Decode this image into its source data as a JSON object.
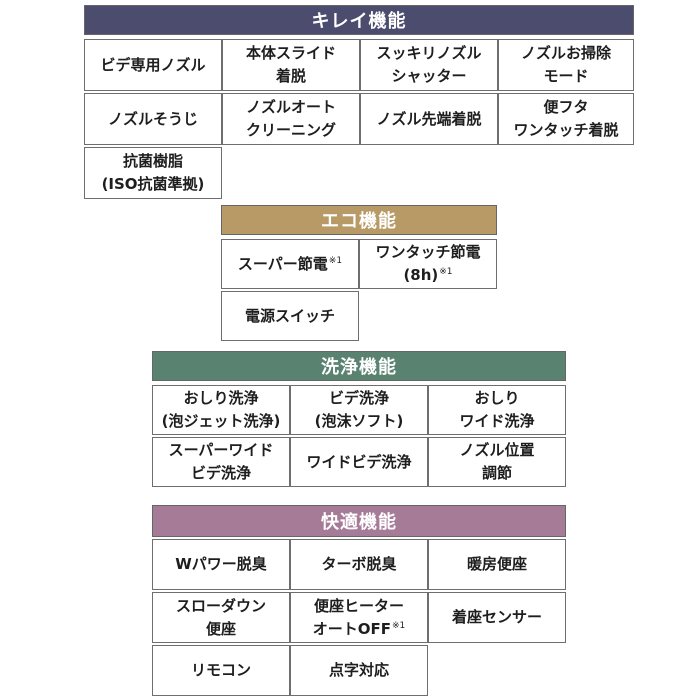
{
  "sections": {
    "kirei": {
      "title": "キレイ機能",
      "color": "#4c4d6e",
      "cells": [
        {
          "lines": [
            "ビデ専用ノズル"
          ]
        },
        {
          "lines": [
            "本体スライド",
            "着脱"
          ]
        },
        {
          "lines": [
            "スッキリノズル",
            "シャッター"
          ]
        },
        {
          "lines": [
            "ノズルお掃除",
            "モード"
          ]
        },
        {
          "lines": [
            "ノズルそうじ"
          ]
        },
        {
          "lines": [
            "ノズルオート",
            "クリーニング"
          ]
        },
        {
          "lines": [
            "ノズル先端着脱"
          ]
        },
        {
          "lines": [
            "便フタ",
            "ワンタッチ着脱"
          ]
        },
        {
          "lines": [
            "抗菌樹脂",
            "(ISO抗菌準拠)"
          ]
        }
      ]
    },
    "eco": {
      "title": "エコ機能",
      "color": "#b79a66",
      "cells": [
        {
          "lines": [
            "スーパー節電"
          ],
          "note": "※1"
        },
        {
          "lines": [
            "ワンタッチ節電",
            "(8h)"
          ],
          "note": "※1"
        },
        {
          "lines": [
            "電源スイッチ"
          ]
        }
      ]
    },
    "senjo": {
      "title": "洗浄機能",
      "color": "#5a8270",
      "cells": [
        {
          "lines": [
            "おしり洗浄",
            "(泡ジェット洗浄)"
          ]
        },
        {
          "lines": [
            "ビデ洗浄",
            "(泡沫ソフト)"
          ]
        },
        {
          "lines": [
            "おしり",
            "ワイド洗浄"
          ]
        },
        {
          "lines": [
            "スーパーワイド",
            "ビデ洗浄"
          ]
        },
        {
          "lines": [
            "ワイドビデ洗浄"
          ]
        },
        {
          "lines": [
            "ノズル位置",
            "調節"
          ]
        }
      ]
    },
    "kaiteki": {
      "title": "快適機能",
      "color": "#a67b98",
      "cells": [
        {
          "lines": [
            "Wパワー脱臭"
          ]
        },
        {
          "lines": [
            "ターボ脱臭"
          ]
        },
        {
          "lines": [
            "暖房便座"
          ]
        },
        {
          "lines": [
            "スローダウン",
            "便座"
          ]
        },
        {
          "lines": [
            "便座ヒーター",
            "オートOFF"
          ],
          "note": "※1"
        },
        {
          "lines": [
            "着座センサー"
          ]
        },
        {
          "lines": [
            "リモコン"
          ]
        },
        {
          "lines": [
            "点字対応"
          ]
        }
      ]
    }
  }
}
